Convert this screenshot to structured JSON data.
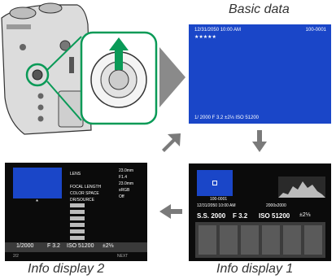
{
  "captions": {
    "basic": "Basic data",
    "info1": "Info display 1",
    "info2": "Info display 2"
  },
  "basic_data": {
    "datetime": "12/31/2050 10:00 AM",
    "file_no": "100-0001",
    "rating": "★★★★★",
    "status_line": "1/ 2000   F 3.2   ±2⅓   ISO 51200"
  },
  "info1": {
    "file_no": "100-0001",
    "datetime": "12/31/2050 10:00 AM",
    "resolution": "2000x2000",
    "shutter": "S.S. 2000",
    "aperture": "F 3.2",
    "iso": "ISO 51200",
    "exposure_comp": "±2⅓"
  },
  "info2": {
    "labels": [
      "LENS",
      "FOCAL LENGTH",
      "COLOR SPACE",
      "DR/SOURCE"
    ],
    "values": [
      "23.0mm",
      "F1.4",
      "23.0mm",
      "sRGB",
      "Off"
    ],
    "focus_mark": "*",
    "shutter": "1/2000",
    "aperture": "F 3.2",
    "iso": "ISO 51200",
    "exposure_comp": "±2⅓",
    "page": "2/2",
    "next": "NEXT"
  },
  "colors": {
    "screen_blue": "#1a46c8",
    "accent_green": "#0a9a57",
    "arrow_gray": "#7a7a7a"
  },
  "icons": [
    "camera-body-illustration",
    "focus-lever-icon",
    "up-arrow-icon",
    "right-chevron-icon",
    "down-arrow-icon",
    "left-arrow-icon",
    "diagonal-arrow-icon"
  ]
}
